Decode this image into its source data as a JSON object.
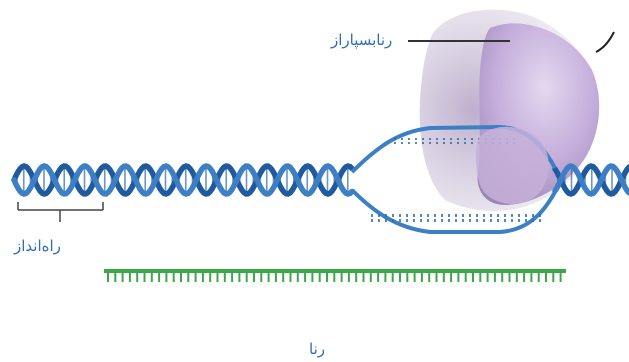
{
  "labels": {
    "rna_polymerase": "رنابسپاراز",
    "promoter": "راه‌انداز",
    "rna": "رنا"
  },
  "colors": {
    "dna_strand": "#3d7fc4",
    "dna_strand_dark": "#1f5a9e",
    "base_pair": "#2c6aa8",
    "enzyme": "#c7b2d9",
    "enzyme_shadow": "#9c86b4",
    "rna_strand": "#3aa84a",
    "label_text": "#2f6eb8",
    "pointer_line": "#333333"
  },
  "icons": {
    "dna": "double-helix",
    "enzyme": "rna-polymerase-blob",
    "rna": "rna-strand"
  }
}
